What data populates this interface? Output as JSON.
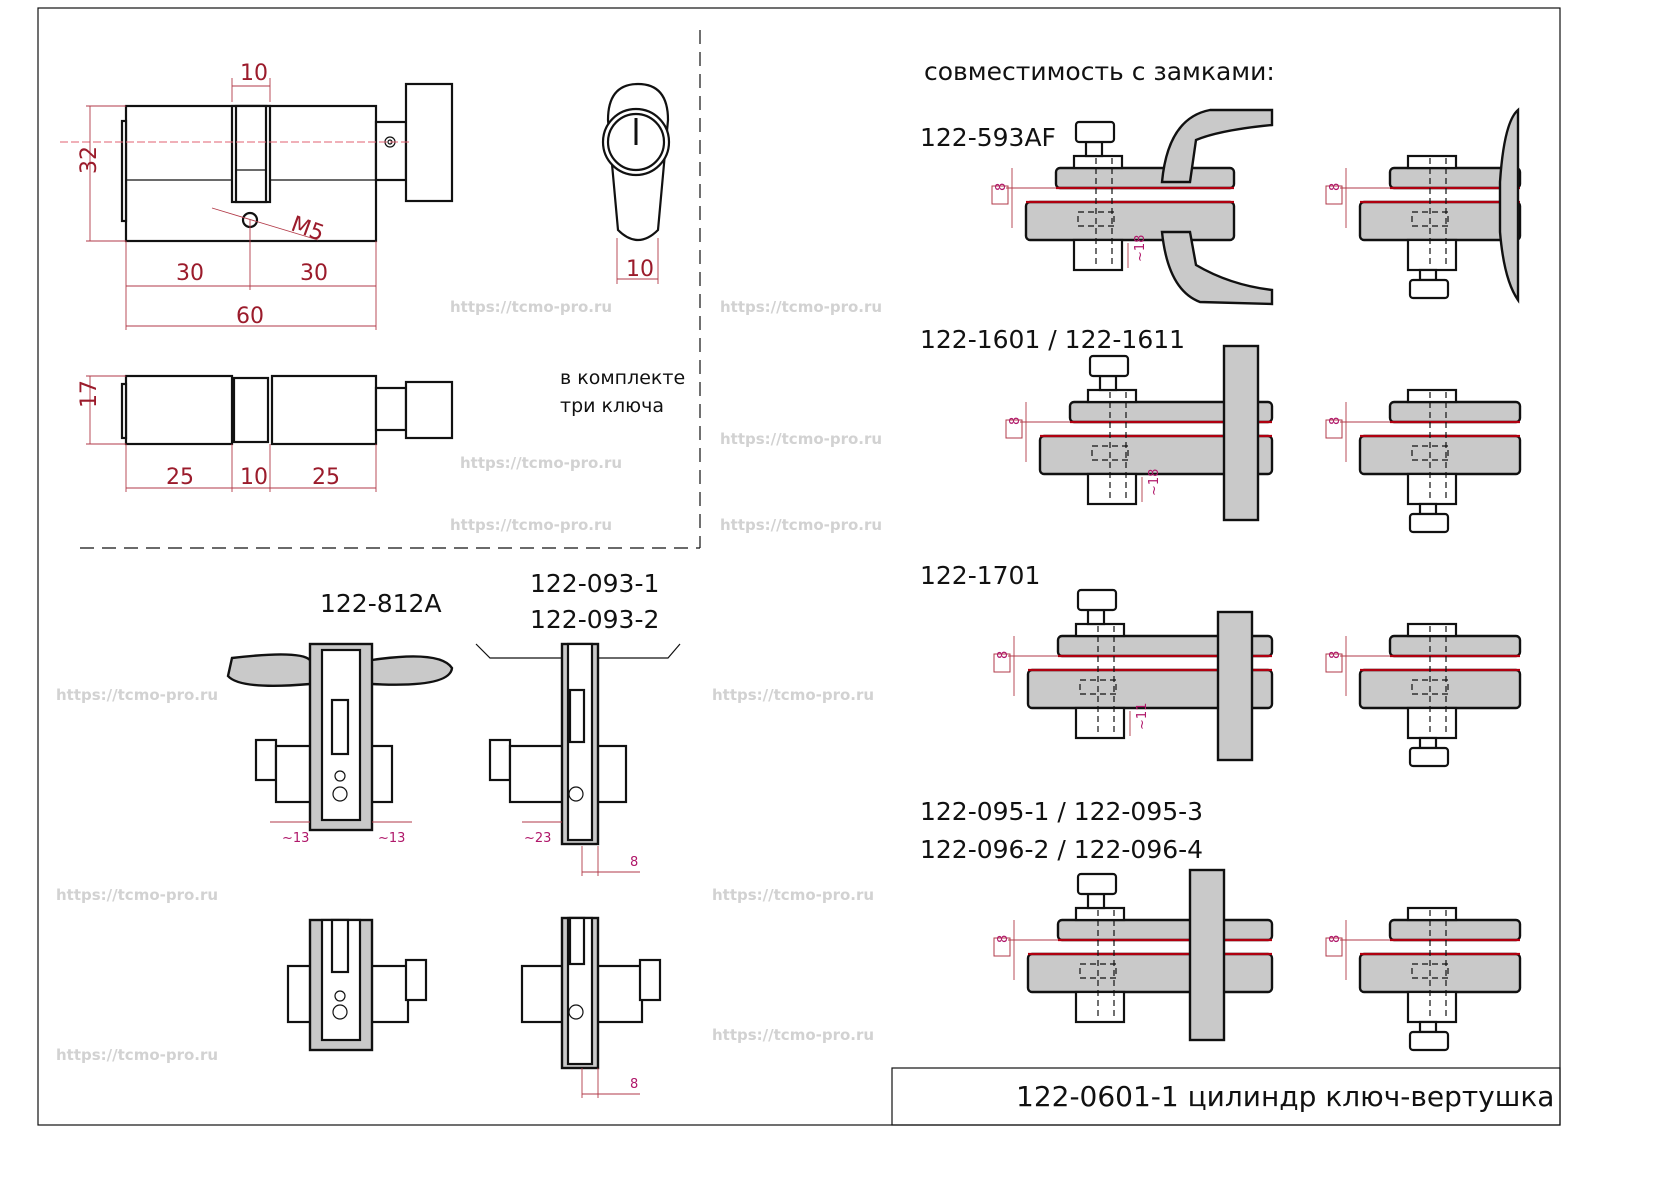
{
  "watermark": "https://tcmo-pro.ru",
  "cylinder": {
    "dims": {
      "slot_width": "10",
      "height": "32",
      "thread": "M5",
      "left": "30",
      "right": "30",
      "total": "60",
      "front_width": "10",
      "thickness": "17",
      "seg_left": "25",
      "seg_mid": "10",
      "seg_right": "25"
    },
    "keys_note": [
      "в комплекте",
      "три ключа"
    ]
  },
  "compatibility": {
    "heading": "совместимость с замками:",
    "rows": [
      {
        "label": "122-593AF",
        "offset": "8",
        "depth": "~18"
      },
      {
        "label": "122-1601  /  122-1611",
        "offset": "8",
        "offset_right": "8",
        "depth": "~18"
      },
      {
        "label": "122-1701",
        "offset": "8",
        "offset_right": "8",
        "depth": "~11"
      },
      {
        "label_1": "122-095-1  /  122-095-3",
        "label_2": "122-096-2 / 122-096-4",
        "offset": "8"
      }
    ]
  },
  "handles": {
    "a": {
      "label": "122-812A",
      "dim_left": "~13",
      "dim_right": "~13"
    },
    "b": {
      "label_1": "122-093-1",
      "label_2": "122-093-2",
      "dim": "~23",
      "gap_top": "8",
      "gap_bottom": "8"
    }
  },
  "title_block": {
    "title": "122-0601-1 цилиндр ключ-вертушка"
  },
  "colors": {
    "dimension": "#b23a48",
    "section_fill": "#c9c9c9",
    "line": "#111111"
  }
}
